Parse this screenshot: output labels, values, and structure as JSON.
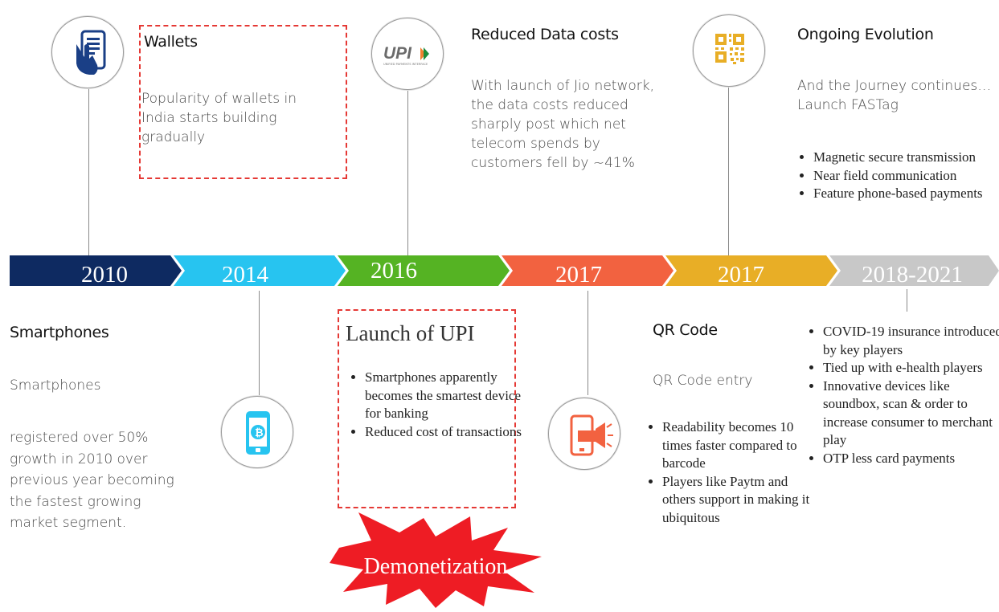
{
  "timeline": [
    {
      "year": "2010",
      "color": "#0e2a61"
    },
    {
      "year": "2014",
      "color": "#27c4f0"
    },
    {
      "year": "2016",
      "color": "#55b323"
    },
    {
      "year": "2017",
      "color": "#f26240"
    },
    {
      "year": "2017",
      "color": "#e8ae26"
    },
    {
      "year": "2018-2021",
      "color": "#c8c8c8"
    }
  ],
  "wallets": {
    "title": "Wallets",
    "text": "Popularity of wallets in India starts building gradually"
  },
  "upi_logo": {
    "main": "UPI",
    "sub": "UNIFIED PAYMENTS INTERFACE"
  },
  "data_costs": {
    "title": "Reduced Data costs",
    "text": "With launch of Jio network, the data costs reduced sharply post which net telecom spends by customers fell by ~41%"
  },
  "evolution": {
    "title": "Ongoing Evolution",
    "text": "And the Journey continues…Launch FASTag",
    "bullets": [
      "Magnetic secure transmission",
      "Near field communication",
      "Feature phone-based payments"
    ]
  },
  "smartphones": {
    "title": "Smartphones",
    "subtitle": "Smartphones",
    "text": "registered over 50% growth in 2010 over previous year becoming the fastest growing market segment."
  },
  "upi_launch": {
    "title": "Launch of UPI",
    "bullets": [
      "Smartphones apparently becomes the smartest device for banking",
      "Reduced cost of transactions"
    ]
  },
  "demonetization": {
    "label": "Demonetization",
    "color": "#ee1c24"
  },
  "qr": {
    "title": "QR Code",
    "subtitle": "QR Code entry",
    "bullets": [
      "Readability becomes 10 times faster compared to barcode",
      "Players like Paytm and others support in making it ubiquitous"
    ]
  },
  "covid": {
    "bullets": [
      "COVID-19 insurance introduced by key players",
      "Tied up with e-health players",
      "Innovative devices like soundbox, scan & order to increase consumer to merchant play",
      "OTP less card payments"
    ]
  },
  "colors": {
    "icon_blue": "#1a3f86",
    "icon_cyan": "#27c4f0",
    "icon_orange": "#f26240",
    "icon_yellow": "#e8ae26",
    "dashed_red": "#e53935"
  }
}
